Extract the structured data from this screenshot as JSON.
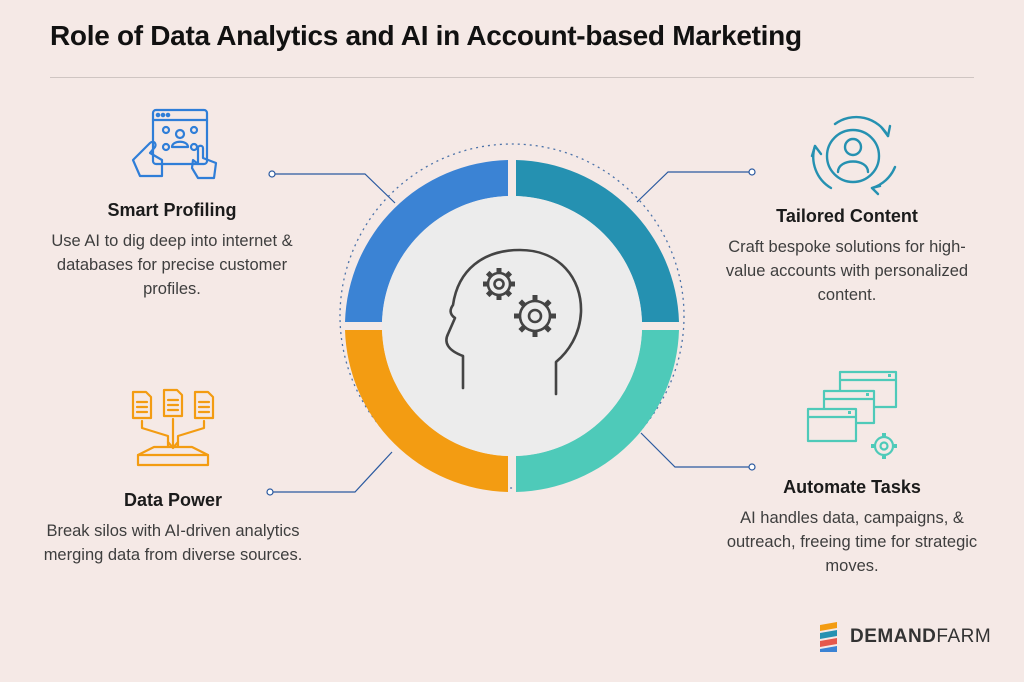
{
  "title": "Role of Data Analytics and AI in Account-based Marketing",
  "center_icon": "head-with-gears-icon",
  "items": [
    {
      "key": "profile",
      "title": "Smart Profiling",
      "text": "Use AI to dig deep into internet & databases for precise customer profiles.",
      "icon": "profile-touchscreen-icon",
      "color": "#3b83d4"
    },
    {
      "key": "content",
      "title": "Tailored Content",
      "text": "Craft bespoke solutions for high-value accounts with personalized content.",
      "icon": "user-cycle-icon",
      "color": "#2591b1"
    },
    {
      "key": "data",
      "title": "Data Power",
      "text": "Break silos with AI-driven analytics merging data from diverse sources.",
      "icon": "documents-merge-icon",
      "color": "#f39c12"
    },
    {
      "key": "auto",
      "title": "Automate Tasks",
      "text": "AI handles data, campaigns, & outreach, freeing time for strategic moves.",
      "icon": "windows-gear-icon",
      "color": "#4ecab9"
    }
  ],
  "brand": {
    "name_bold": "DEMAND",
    "name_regular": "FARM"
  },
  "colors": {
    "background": "#f5e9e6",
    "center": "#ededed",
    "blue": "#3b83d4",
    "teal_dark": "#2591b1",
    "orange": "#f39c12",
    "teal_light": "#4ecab9"
  }
}
